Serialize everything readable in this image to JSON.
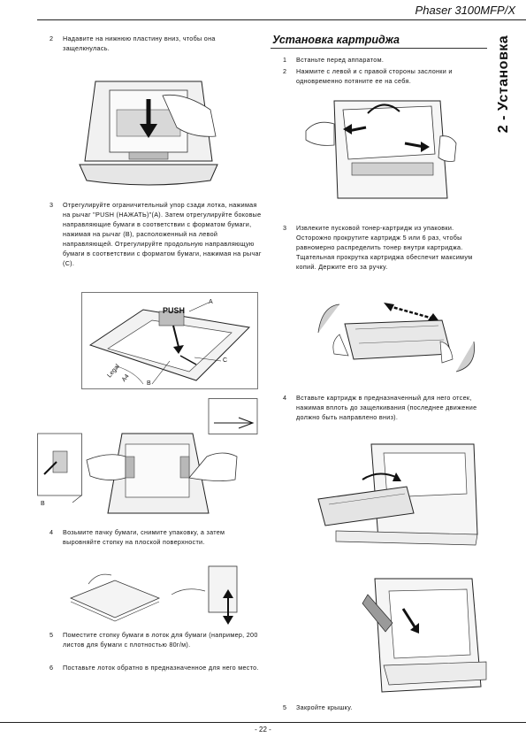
{
  "header": {
    "title": "Phaser 3100MFP/X"
  },
  "chapter_tab": "2 - Установка",
  "section_title": "Установка картриджа",
  "left_steps": [
    {
      "num": "2",
      "text": "Надавите на нижнюю пластину вниз, чтобы она защелкнулась."
    },
    {
      "num": "3",
      "text": "Отрегулируйте ограничительный упор сзади лотка, нажимая на рычаг \"PUSH (НАЖАТЬ)\"(A). Затем отрегулируйте боковые направляющие бумаги в соответствии с форматом бумаги, нажимая на рычаг (B), расположенный на левой направляющей. Отрегулируйте продольную направляющую бумаги в соответствии с форматом бумаги, нажимая на рычаг (C)."
    },
    {
      "num": "4",
      "text": "Возьмите пачку бумаги, снимите упаковку, а затем выровняйте стопку на плоской поверхности."
    },
    {
      "num": "5",
      "text": "Поместите стопку бумаги в лоток для бумаги (например, 200 листов для бумаги с плотностью 80г/м)."
    },
    {
      "num": "6",
      "text": "Поставьте лоток обратно в предназначенное для него место."
    }
  ],
  "right_steps": [
    {
      "num": "1",
      "text": "Встаньте перед аппаратом."
    },
    {
      "num": "2",
      "text": "Нажмите с левой и с правой стороны заслонки и одновременно потяните ее на себя."
    },
    {
      "num": "3",
      "text": "Извлеките пусковой тонер-картридж из упаковки. Осторожно прокрутите картридж 5 или 6 раз, чтобы равномерно распределить тонер внутри картриджа. Тщательная прокрутка картриджа обеспечит максимум копий. Держите его за ручку."
    },
    {
      "num": "4",
      "text": "Вставьте картридж в предназначенный для него отсек, нажимая вплоть до защелкивания (последнее движение должно быть направлено вниз)."
    },
    {
      "num": "5",
      "text": "Закройте крышку."
    }
  ],
  "figure_labels": {
    "push": "PUSH",
    "a": "A",
    "b": "B",
    "c": "C",
    "legal": "Legal",
    "a4": "A4",
    "b_small": "B"
  },
  "footer": {
    "page": "- 22 -"
  }
}
